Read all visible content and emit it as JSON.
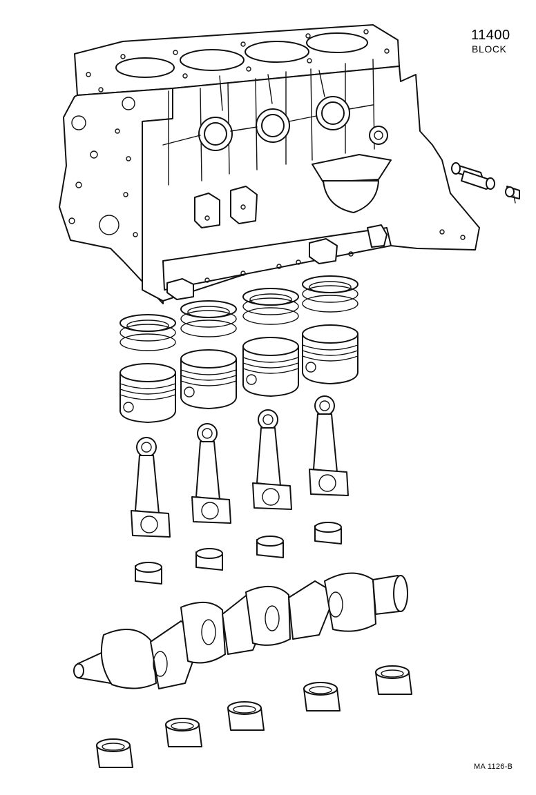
{
  "header": {
    "part_group_code": "11400",
    "part_group_name": "BLOCK"
  },
  "footer": {
    "illustration_ref": "MA 1126-B"
  },
  "icons": [
    "cylinder-block-icon",
    "oil-pressure-switch-icon",
    "drain-plug-icon",
    "piston-ring-set-icon",
    "piston-icon",
    "connecting-rod-icon",
    "connecting-rod-bearing-icon",
    "crankshaft-icon",
    "crankshaft-main-bearing-icon"
  ]
}
